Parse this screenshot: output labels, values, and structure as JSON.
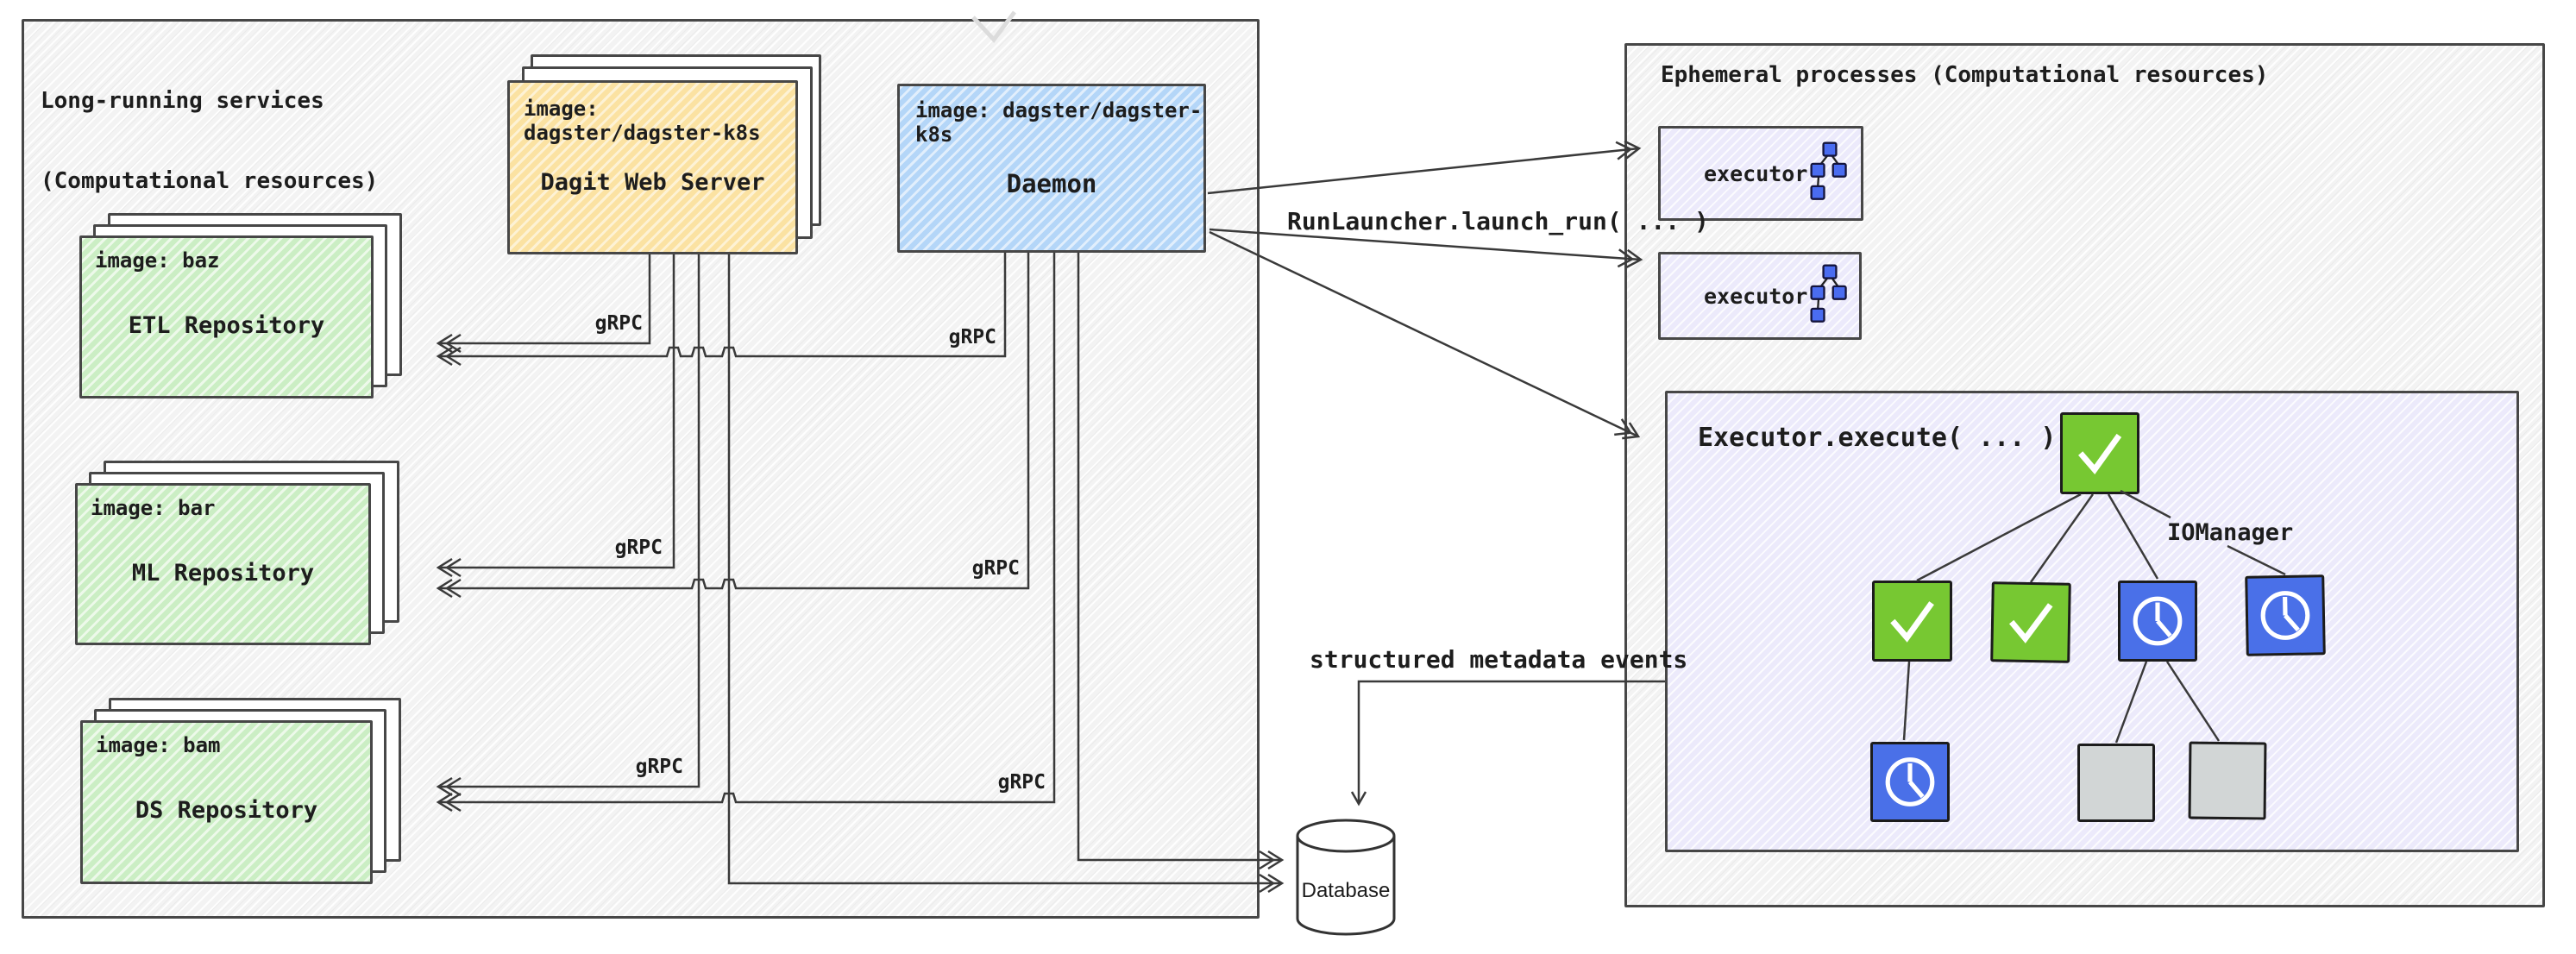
{
  "left_panel": {
    "title_line1": "Long-running services",
    "title_line2": "(Computational resources)",
    "dagit": {
      "image": "image: dagster/dagster-k8s",
      "name": "Dagit Web Server"
    },
    "daemon": {
      "image": "image: dagster/dagster-k8s",
      "name": "Daemon"
    },
    "repositories": [
      {
        "image": "image: baz",
        "name": "ETL Repository"
      },
      {
        "image": "image: bar",
        "name": "ML Repository"
      },
      {
        "image": "image: bam",
        "name": "DS Repository"
      }
    ],
    "grpc_label": "gRPC"
  },
  "right_panel": {
    "title": "Ephemeral processes (Computational resources)",
    "executors": [
      {
        "label": "executor"
      },
      {
        "label": "executor"
      }
    ],
    "execute_box": {
      "title": "Executor.execute( ... )",
      "io_manager": "IOManager",
      "step_nodes": [
        "check",
        "check",
        "check",
        "clock",
        "clock",
        "clock",
        "blank",
        "blank"
      ]
    }
  },
  "labels": {
    "run_launcher": "RunLauncher.launch_run( ... )",
    "metadata_events": "structured metadata events"
  },
  "database": {
    "label": "Database"
  },
  "connections": [
    {
      "from": "Dagit Web Server",
      "to": "ETL Repository",
      "label": "gRPC"
    },
    {
      "from": "Dagit Web Server",
      "to": "ML Repository",
      "label": "gRPC"
    },
    {
      "from": "Dagit Web Server",
      "to": "DS Repository",
      "label": "gRPC"
    },
    {
      "from": "Daemon",
      "to": "ETL Repository",
      "label": "gRPC"
    },
    {
      "from": "Daemon",
      "to": "ML Repository",
      "label": "gRPC"
    },
    {
      "from": "Daemon",
      "to": "DS Repository",
      "label": "gRPC"
    },
    {
      "from": "Dagit Web Server",
      "to": "Database",
      "label": ""
    },
    {
      "from": "Daemon",
      "to": "Database",
      "label": ""
    },
    {
      "from": "Daemon",
      "to": "executor",
      "label": "RunLauncher.launch_run( ... )"
    },
    {
      "from": "Executor.execute( ... )",
      "to": "Database",
      "label": "structured metadata events"
    }
  ],
  "colors": {
    "line": "#3a3a3a",
    "dagit_fill": "#fbe2a2",
    "daemon_fill": "#b4d6f8",
    "repo_fill": "#cbeec4",
    "panel_fill": "#f3f3f3",
    "lavender_fill": "#eceafb",
    "node_green": "#77c832",
    "node_blue": "#4a70e8",
    "node_gray": "#d2d6d6",
    "icon_blue": "#4a6cf0"
  }
}
